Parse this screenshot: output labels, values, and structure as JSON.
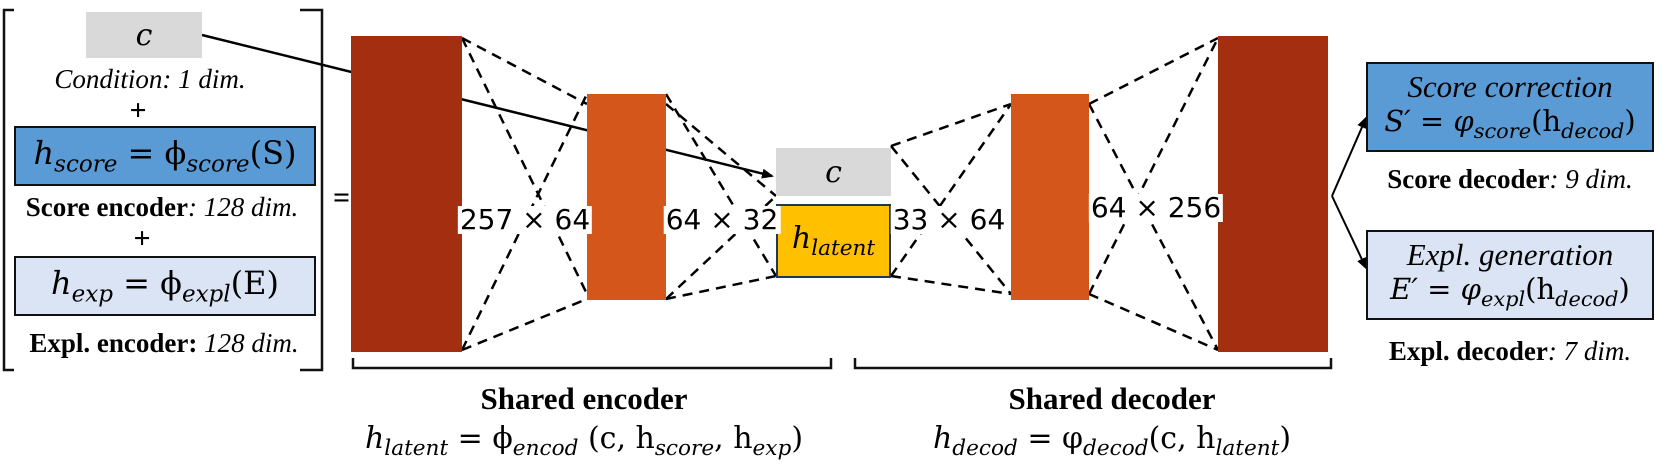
{
  "colors": {
    "dark_red": "#a32f10",
    "orange": "#d4561a",
    "blue": "#5b9bd5",
    "light_blue": "#dbe4f4",
    "gold": "#ffc000",
    "gray": "#d9d9d9"
  },
  "input": {
    "condition_symbol": "c",
    "condition_label": "Condition: 1 dim.",
    "plus": "+",
    "score_eq_lhs": "h",
    "score_eq_lhs_sub": "score",
    "score_eq_rhs": "= ϕ",
    "score_eq_rhs_sub": "score",
    "score_eq_arg": "(S)",
    "score_caption_bold": "Score encoder",
    "score_caption_it": ": 128 dim.",
    "expl_eq_lhs": "h",
    "expl_eq_lhs_sub": "exp",
    "expl_eq_rhs": "= ϕ",
    "expl_eq_rhs_sub": "expl",
    "expl_eq_arg": "(E)",
    "expl_caption_bold": "Expl. encoder:",
    "expl_caption_it": " 128 dim.",
    "equals": "="
  },
  "dims": [
    "257 × 64",
    "64 × 32",
    "33 × 64",
    "64 × 256"
  ],
  "latent": {
    "c": "c",
    "h": "h",
    "h_sub": "latent"
  },
  "encoder": {
    "title": "Shared encoder",
    "formula_h": "h",
    "formula_h_sub": "latent",
    "formula_eq": " = ϕ",
    "formula_phi_sub": "encod",
    "formula_args_1": " (c, h",
    "formula_args_sub1": "score",
    "formula_args_2": ", h",
    "formula_args_sub2": "exp",
    "formula_args_3": ")"
  },
  "decoder": {
    "title": "Shared decoder",
    "formula_h": "h",
    "formula_h_sub": "decod",
    "formula_eq": " = φ",
    "formula_phi_sub": "decod",
    "formula_args_1": "(c, h",
    "formula_args_sub1": "latent",
    "formula_args_2": ")"
  },
  "outputs": {
    "score_title": "Score correction",
    "score_eq_1": "S′ = φ",
    "score_eq_sub1": "score",
    "score_eq_2": "(h",
    "score_eq_sub2": "decod",
    "score_eq_3": ")",
    "score_caption_bold": "Score decoder",
    "score_caption_it": ": 9 dim.",
    "expl_title": "Expl. generation",
    "expl_eq_1": "E′ = φ",
    "expl_eq_sub1": "expl",
    "expl_eq_2": "(h",
    "expl_eq_sub2": "decod",
    "expl_eq_3": ")",
    "expl_caption_bold": "Expl. decoder",
    "expl_caption_it": ": 7 dim."
  }
}
